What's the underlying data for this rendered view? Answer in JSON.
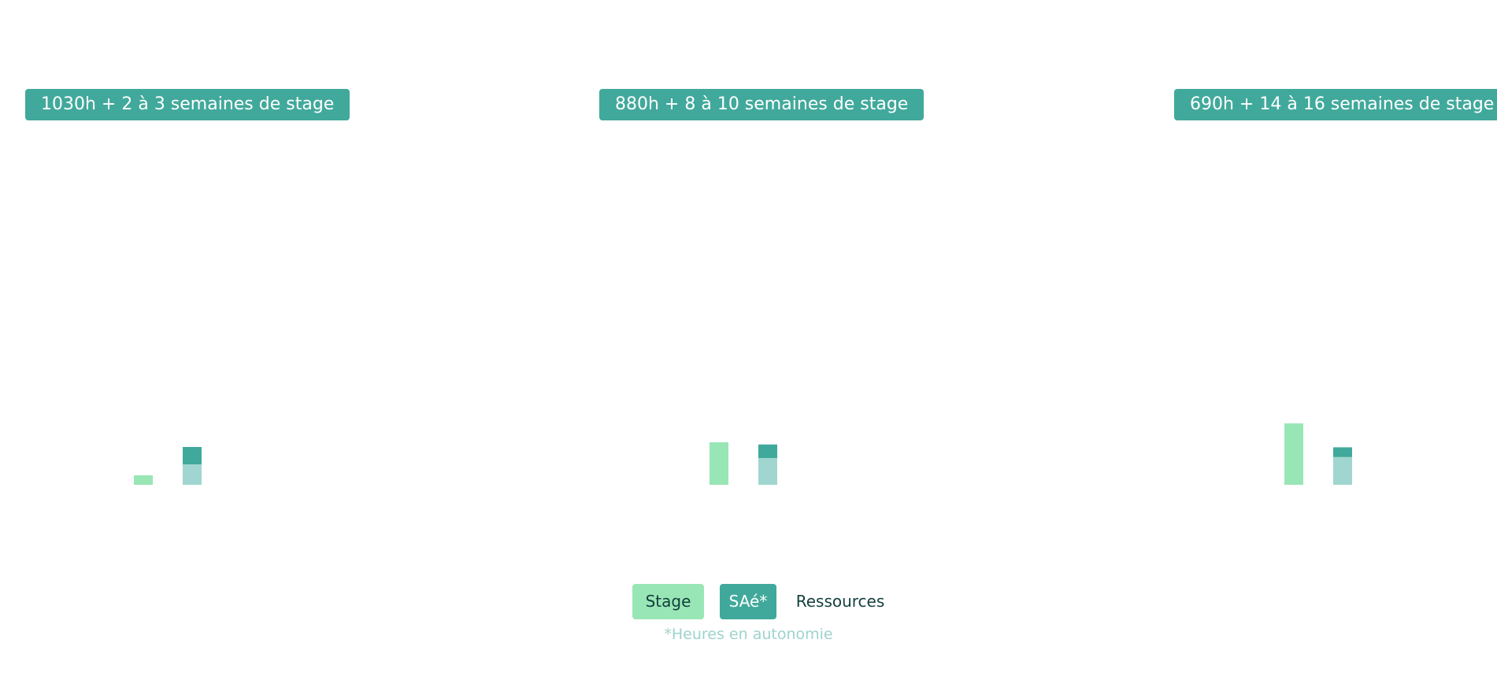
{
  "colors": {
    "stage": "#98e6b5",
    "sae": "#41a99b",
    "ressources": "#a0d6cf",
    "pill_bg": "#41a99b",
    "legend_text": "#123f3c",
    "note_text": "#9ed3cc"
  },
  "chart_data": [
    {
      "type": "bar",
      "title": "1030h + 2 à 3 semaines de stage",
      "categories": [
        "",
        ""
      ],
      "stacked": true,
      "series": [
        {
          "name": "Stage",
          "values": [
            3,
            0
          ]
        },
        {
          "name": "Ressources",
          "values": [
            0,
            6.5
          ]
        },
        {
          "name": "SAé*",
          "values": [
            0,
            5.5
          ]
        }
      ],
      "ylim": [
        0,
        45
      ],
      "grid": false,
      "legend": "bottom"
    },
    {
      "type": "bar",
      "title": "880h + 8 à 10 semaines de stage",
      "categories": [
        "",
        ""
      ],
      "stacked": true,
      "series": [
        {
          "name": "Stage",
          "values": [
            13.5,
            0
          ]
        },
        {
          "name": "Ressources",
          "values": [
            0,
            8.5
          ]
        },
        {
          "name": "SAé*",
          "values": [
            0,
            4.3
          ]
        }
      ],
      "ylim": [
        0,
        45
      ],
      "grid": false,
      "legend": "bottom"
    },
    {
      "type": "bar",
      "title": "690h + 14 à 16 semaines de stage",
      "categories": [
        "",
        ""
      ],
      "stacked": true,
      "series": [
        {
          "name": "Stage",
          "values": [
            19.5,
            0
          ]
        },
        {
          "name": "Ressources",
          "values": [
            0,
            8.8
          ]
        },
        {
          "name": "SAé*",
          "values": [
            0,
            3.1
          ]
        }
      ],
      "ylim": [
        0,
        45
      ],
      "grid": false,
      "legend": "bottom"
    }
  ],
  "legend": {
    "stage": "Stage",
    "sae": "SAé*",
    "ressources": "Ressources"
  },
  "footnote": "*Heures en autonomie"
}
